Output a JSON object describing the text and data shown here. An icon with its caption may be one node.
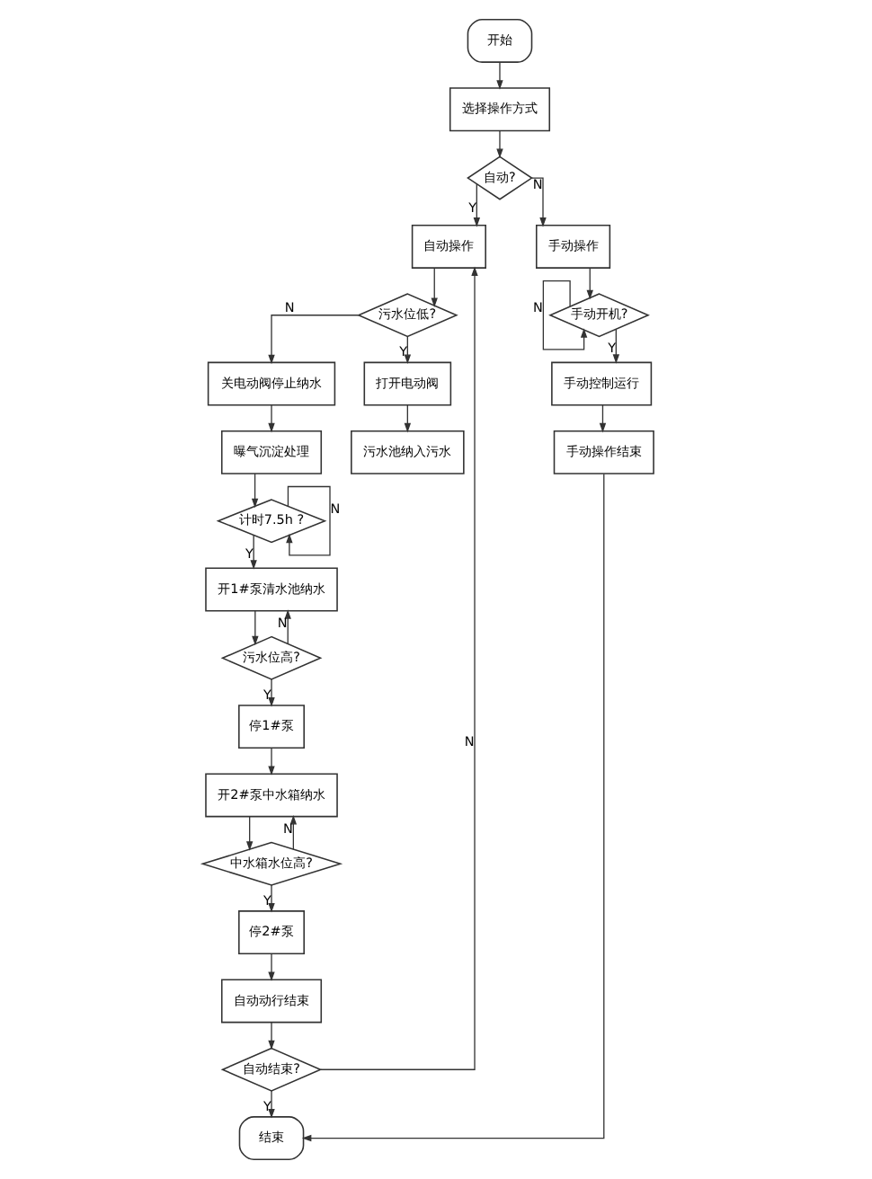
{
  "diagram": {
    "nodes": [
      {
        "text": [
          "开始"
        ]
      },
      {
        "text": [
          "选择操作方式"
        ]
      },
      {
        "text": [
          "自动?"
        ]
      },
      {
        "text": [
          "自动操作"
        ]
      },
      {
        "text": [
          "污水位低?"
        ]
      },
      {
        "text": [
          "关电动阀停止纳水"
        ]
      },
      {
        "text": [
          "打开电动阀"
        ]
      },
      {
        "text": [
          "污水池纳入污水"
        ]
      },
      {
        "text": [
          "曝气沉淀处理"
        ]
      },
      {
        "text": [
          "计时7.5h ?"
        ]
      },
      {
        "text": [
          "开1#泵清水池纳水"
        ]
      },
      {
        "text": [
          "污水位高?"
        ]
      },
      {
        "text": [
          "停1#泵"
        ]
      },
      {
        "text": [
          "开2#泵中水箱纳水"
        ]
      },
      {
        "text": [
          "中水箱水位高?"
        ]
      },
      {
        "text": [
          "停2#泵"
        ]
      },
      {
        "text": [
          "自动动行结束"
        ]
      },
      {
        "text": [
          "自动结束?"
        ]
      },
      {
        "text": [
          "结束"
        ]
      },
      {
        "text": [
          "手动操作"
        ]
      },
      {
        "text": [
          "手动开机?"
        ]
      },
      {
        "text": [
          "手动控制运行"
        ]
      },
      {
        "text": [
          "手动操作结束"
        ]
      }
    ],
    "edges": [
      {
        "from": 0,
        "to": 1,
        "arrow": "to"
      },
      {
        "from": 1,
        "to": 2,
        "arrow": "to"
      },
      {
        "from": 2,
        "to": 3,
        "arrow": "to",
        "label": "Y"
      },
      {
        "from": 2,
        "to": 19,
        "arrow": "to",
        "label": "N"
      },
      {
        "from": 3,
        "to": 4,
        "arrow": "to"
      },
      {
        "from": 4,
        "to": 5,
        "arrow": "to",
        "label": "N"
      },
      {
        "from": 4,
        "to": 6,
        "arrow": "to",
        "label": "Y"
      },
      {
        "from": 6,
        "to": 7,
        "arrow": "to"
      },
      {
        "from": 5,
        "to": 8,
        "arrow": "to"
      },
      {
        "from": 8,
        "to": 9,
        "arrow": "to"
      },
      {
        "from": 9,
        "to": 9,
        "arrow": "to",
        "label": "N"
      },
      {
        "from": 9,
        "to": 10,
        "arrow": "to",
        "label": "Y"
      },
      {
        "from": 10,
        "to": 11,
        "arrow": "to"
      },
      {
        "from": 11,
        "to": 10,
        "arrow": "to",
        "label": "N"
      },
      {
        "from": 11,
        "to": 12,
        "arrow": "to",
        "label": "Y"
      },
      {
        "from": 12,
        "to": 13,
        "arrow": "to"
      },
      {
        "from": 13,
        "to": 14,
        "arrow": "to"
      },
      {
        "from": 14,
        "to": 13,
        "arrow": "to",
        "label": "N"
      },
      {
        "from": 14,
        "to": 15,
        "arrow": "to",
        "label": "Y"
      },
      {
        "from": 15,
        "to": 16,
        "arrow": "to"
      },
      {
        "from": 16,
        "to": 17,
        "arrow": "to"
      },
      {
        "from": 17,
        "to": 3,
        "arrow": "to",
        "label": "N"
      },
      {
        "from": 17,
        "to": 18,
        "arrow": "to",
        "label": "Y"
      },
      {
        "from": 19,
        "to": 20,
        "arrow": "to"
      },
      {
        "from": 20,
        "to": 20,
        "arrow": "to",
        "label": "N"
      },
      {
        "from": 20,
        "to": 21,
        "arrow": "to",
        "label": "Y"
      },
      {
        "from": 21,
        "to": 22,
        "arrow": "to"
      },
      {
        "from": 22,
        "to": 18,
        "arrow": "to"
      }
    ]
  }
}
